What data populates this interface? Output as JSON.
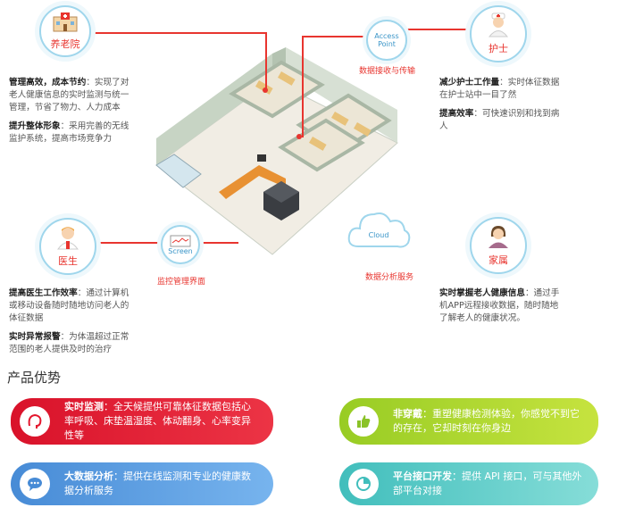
{
  "nodes": {
    "nursing_home": "养老院",
    "nurse": "护士",
    "doctor": "医生",
    "family": "家属",
    "access_point_line1": "Access",
    "access_point_line2": "Point",
    "screen": "Screen",
    "cloud": "Cloud"
  },
  "captions": {
    "data_transfer": "数据接收与传输",
    "monitor_ui": "监控管理界面",
    "data_analysis": "数据分析服务"
  },
  "left_top": [
    {
      "title": "管理高效，成本节约",
      "text": "：实现了对老人健康信息的实时监测与统一管理，节省了物力、人力成本"
    },
    {
      "title": "提升整体形象",
      "text": "：采用完善的无线监护系统，提高市场竞争力"
    }
  ],
  "right_top": [
    {
      "title": "减少护士工作量",
      "text": "：实时体征数据在护士站中一目了然"
    },
    {
      "title": "提高效率",
      "text": "：可快速识别和找到病人"
    }
  ],
  "left_bottom": [
    {
      "title": "提高医生工作效率",
      "text": "：通过计算机或移动设备随时随地访问老人的体征数据"
    },
    {
      "title": "实时异常报警",
      "text": "：为体温超过正常范围的老人提供及时的治疗"
    }
  ],
  "right_bottom": [
    {
      "title": "实时掌握老人健康信息",
      "text": "：通过手机APP远程接收数据，随时随地了解老人的健康状况。"
    }
  ],
  "section_title": "产品优势",
  "advantages": [
    {
      "title": "实时监测",
      "text": "：全天候提供可靠体征数据包括心率呼吸、床垫温湿度、体动翻身、心率变异性等",
      "color_from": "#e4162d",
      "color_to": "#ef3a48",
      "icon": "heart-rate-icon"
    },
    {
      "title": "非穿戴",
      "text": "：重塑健康检测体验，你感觉不到它的存在，它却时刻在你身边",
      "color_from": "#9ccf2a",
      "color_to": "#c2e23d",
      "icon": "thumb-up-icon"
    },
    {
      "title": "大数据分析",
      "text": "：提供在线监测和专业的健康数据分析服务",
      "color_from": "#4b8fd8",
      "color_to": "#6fb1ec",
      "icon": "chat-icon"
    },
    {
      "title": "平台接口开发",
      "text": "：提供 API 接口，可与其他外部平台对接",
      "color_from": "#46c2c0",
      "color_to": "#7ddad6",
      "icon": "pie-chart-icon"
    }
  ]
}
